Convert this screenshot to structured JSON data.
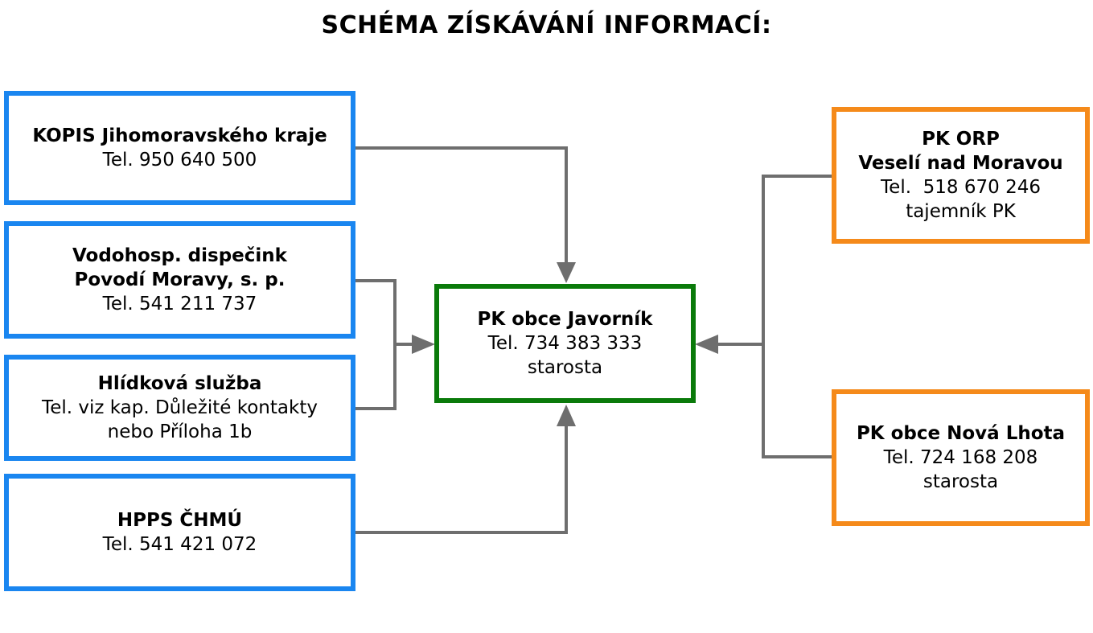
{
  "title": "SCHÉMA ZÍSKÁVÁNÍ INFORMACÍ:",
  "colors": {
    "left_border": "#1a86f0",
    "center_border": "#0a7a0a",
    "right_border": "#f58a1a",
    "connector": "#6e6e6e"
  },
  "nodes": {
    "kopis": {
      "title": "KOPIS Jihomoravského kraje",
      "line1": "Tel. 950 640 500"
    },
    "vodohosp": {
      "title1": "Vodohosp. dispečink",
      "title2": "Povodí Moravy, s. p.",
      "line1": "Tel. 541 211 737"
    },
    "hlidkova": {
      "title": "Hlídková služba",
      "line1": "Tel. viz kap. Důležité kontakty",
      "line2": "nebo Příloha 1b"
    },
    "hpps": {
      "title": "HPPS ČHMÚ",
      "line1": "Tel. 541 421 072"
    },
    "center": {
      "title": "PK obce Javorník",
      "line1": "Tel. 734 383 333",
      "line2": "starosta"
    },
    "orp": {
      "title1": "PK ORP",
      "title2": "Veselí nad Moravou",
      "line1": "Tel.  518 670 246",
      "line2": "tajemník PK"
    },
    "nova_lhota": {
      "title": "PK obce Nová Lhota",
      "line1": "Tel. 724 168 208",
      "line2": "starosta"
    }
  },
  "edges": [
    {
      "from": "kopis",
      "to": "center"
    },
    {
      "from": "vodohosp",
      "to": "center"
    },
    {
      "from": "hlidkova",
      "to": "center"
    },
    {
      "from": "hpps",
      "to": "center"
    },
    {
      "from": "orp",
      "to": "center"
    },
    {
      "from": "nova_lhota",
      "to": "center"
    }
  ]
}
